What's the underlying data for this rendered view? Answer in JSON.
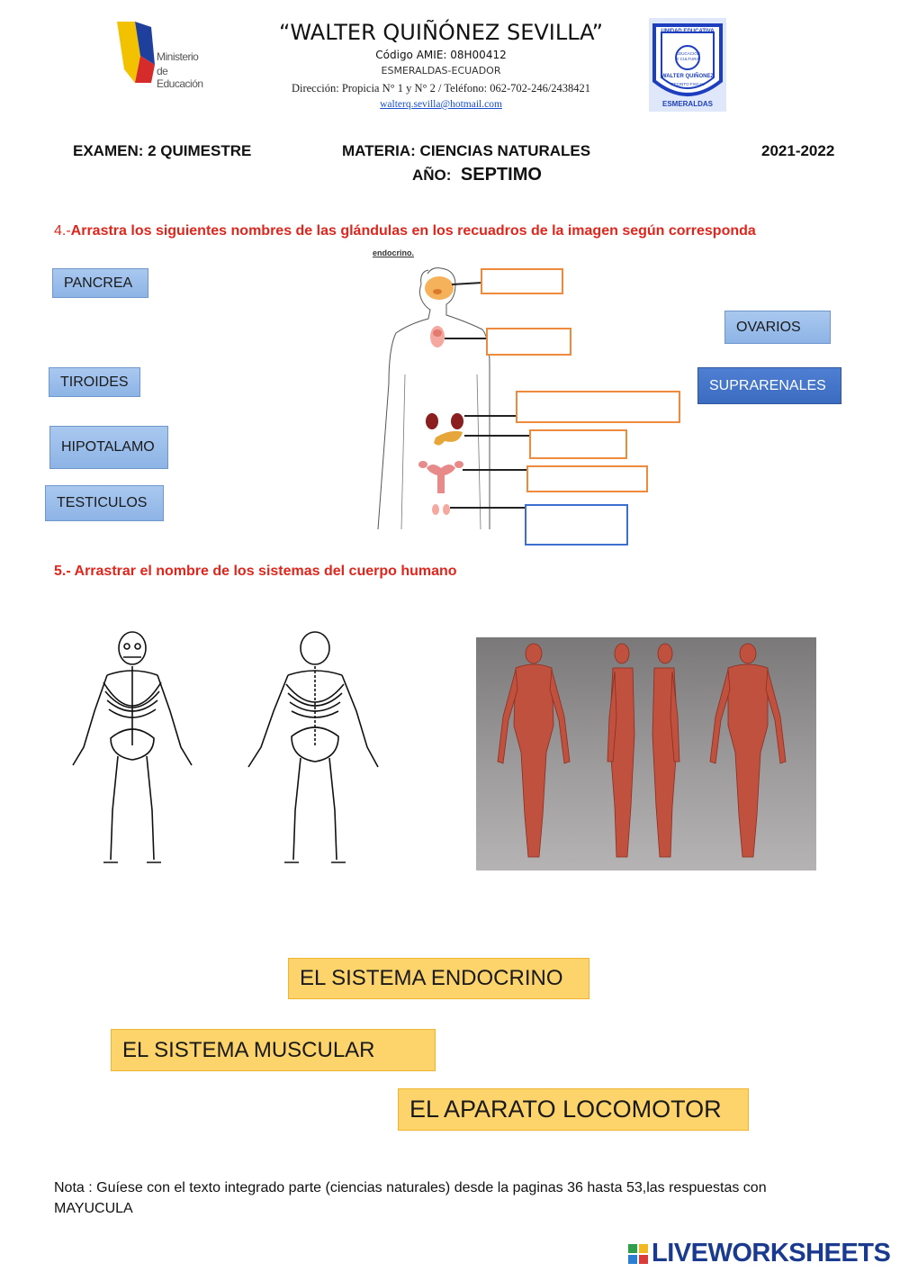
{
  "header": {
    "school_name": "“WALTER QUIÑÓNEZ SEVILLA”",
    "amie_code": "Código AMIE: 08H00412",
    "city": "ESMERALDAS-ECUADOR",
    "address": "Dirección: Propicia N° 1 y N° 2 / Teléfono: 062-702-246/2438421",
    "email": "walterq.sevilla@hotmail.com",
    "ministry_logo_line1": "Ministerio",
    "ministry_logo_line2": "de Educación",
    "seal_top_text": "UNIDAD EDUCATIVA",
    "seal_center_text": "EDUCACIÓN Y CULTURA",
    "seal_name": "WALTER QUIÑONEZ",
    "seal_bottom": "ESMERALDAS",
    "seal_ring": "RECINTO FISCAL"
  },
  "exam": {
    "exam_label": "EXAMEN:  2   QUIMESTRE",
    "subject": "MATERIA: CIENCIAS NATURALES",
    "year": "2021-2022",
    "grade_label": "AÑO:",
    "grade_value": "SEPTIMO"
  },
  "question4": {
    "number": "4.-",
    "text": "Arrastra los siguientes nombres de las glándulas en los recuadros de la imagen según corresponda",
    "diagram_caption": "endocrino.",
    "labels": [
      "PANCREA",
      "TIROIDES",
      "HIPOTALAMO",
      "TESTICULOS",
      "OVARIOS",
      "SUPRARENALES"
    ]
  },
  "question5": {
    "text": "5.- Arrastrar el nombre de los sistemas del cuerpo humano",
    "answers": [
      "EL SISTEMA ENDOCRINO",
      "EL SISTEMA MUSCULAR",
      "EL APARATO LOCOMOTOR"
    ]
  },
  "note": "Nota : Guíese con el texto integrado parte (ciencias naturales) desde la paginas 36 hasta 53,las respuestas con MAYUCULA",
  "footer": {
    "brand": "LIVEWORKSHEETS",
    "brand_color": "#1a3a8f"
  },
  "colors": {
    "question_red": "#e0261c",
    "label_blue": "#8db4e6",
    "answer_yellow": "#fdd36b",
    "target_orange": "#ef8a3c"
  }
}
